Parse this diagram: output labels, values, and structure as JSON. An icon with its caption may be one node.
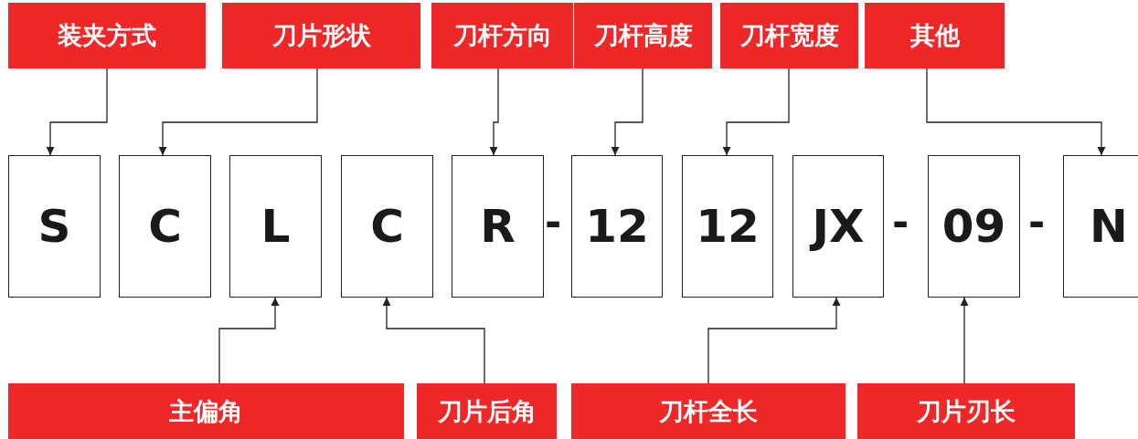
{
  "diagram": {
    "nodes": [
      {
        "text": [
          "装夹方式"
        ]
      },
      {
        "text": [
          "刀片形状"
        ]
      },
      {
        "text": [
          "刀杆方向"
        ]
      },
      {
        "text": [
          "刀杆高度"
        ]
      },
      {
        "text": [
          "刀杆宽度"
        ]
      },
      {
        "text": [
          "其他"
        ]
      },
      {
        "text": [
          "S"
        ]
      },
      {
        "text": [
          "C"
        ]
      },
      {
        "text": [
          "L"
        ]
      },
      {
        "text": [
          "C"
        ]
      },
      {
        "text": [
          "R"
        ]
      },
      {
        "text": [
          "12"
        ]
      },
      {
        "text": [
          "12"
        ]
      },
      {
        "text": [
          "JX"
        ]
      },
      {
        "text": [
          "09"
        ]
      },
      {
        "text": [
          "N"
        ]
      },
      {
        "text": [
          "主偏角"
        ]
      },
      {
        "text": [
          "刀片后角"
        ]
      },
      {
        "text": [
          "刀杆全长"
        ]
      },
      {
        "text": [
          "刀片刃长"
        ]
      }
    ],
    "edges": [
      {
        "from": 0,
        "to": 6,
        "arrow": "to"
      },
      {
        "from": 1,
        "to": 7,
        "arrow": "to"
      },
      {
        "from": 2,
        "to": 10,
        "arrow": "to"
      },
      {
        "from": 3,
        "to": 11,
        "arrow": "to"
      },
      {
        "from": 4,
        "to": 12,
        "arrow": "to"
      },
      {
        "from": 5,
        "to": 15,
        "arrow": "to"
      },
      {
        "from": 16,
        "to": 8,
        "arrow": "to"
      },
      {
        "from": 17,
        "to": 9,
        "arrow": "to"
      },
      {
        "from": 18,
        "to": 13,
        "arrow": "to"
      },
      {
        "from": 19,
        "to": 14,
        "arrow": "to"
      }
    ],
    "labels": [
      "-",
      "-",
      "-"
    ]
  }
}
